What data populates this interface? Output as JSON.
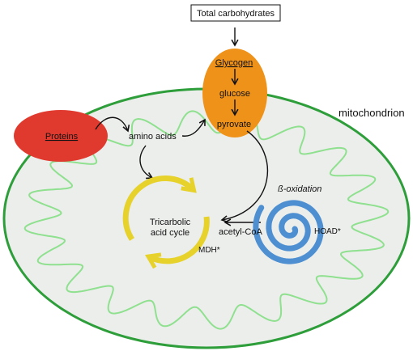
{
  "labels": {
    "total_carbohydrates": "Total carbohydrates",
    "glycogen": "Glycogen",
    "glucose": "glucose",
    "pyrovate": "pyrovate",
    "mitochondrion": "mitochondrion",
    "proteins": "Proteins",
    "amino_acids": "amino acids",
    "beta_oxidation": "ß-oxidation",
    "acetyl_coa": "acetyl-CoA",
    "hoad": "HOAD*",
    "tca_line1": "Tricarbolic",
    "tca_line2": "acid cycle",
    "mdh": "MDH*"
  },
  "colors": {
    "mito_fill": "#eceeec",
    "mito_outline": "#2d9e3a",
    "cristae": "#8fe08f",
    "proteins": "#e03a2f",
    "glycogen": "#ef921a",
    "tca_cycle": "#e6d22b",
    "beta_spiral": "#4d8fd1",
    "arrows": "#111111"
  }
}
